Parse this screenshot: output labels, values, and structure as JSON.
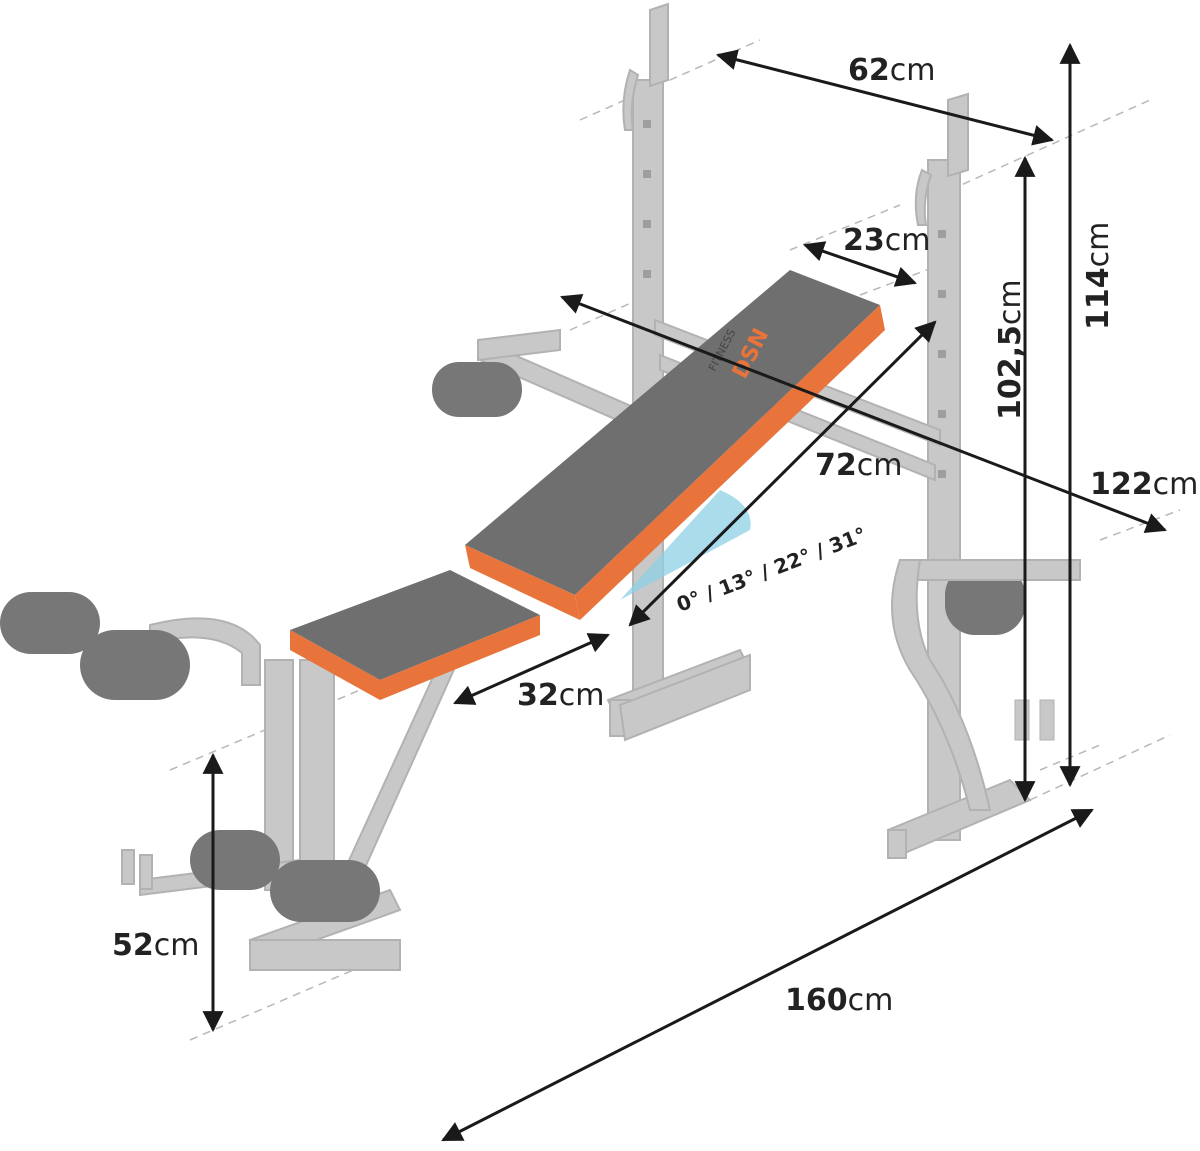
{
  "colors": {
    "frame": "#c8c8c8",
    "frame_dark": "#a9a9a9",
    "padding": "#6f6f6f",
    "trim": "#e8743c",
    "angle_fill": "#8fd0e6",
    "arrow": "#1a1a1a",
    "guide": "#b0b0b0"
  },
  "brand": {
    "logo": "DSN",
    "sub": "FITNESS"
  },
  "dimensions": {
    "d62": {
      "value": "62",
      "unit": "cm"
    },
    "d23": {
      "value": "23",
      "unit": "cm"
    },
    "d114": {
      "value": "114",
      "unit": "cm"
    },
    "d102": {
      "value": "102,5",
      "unit": "cm"
    },
    "d72": {
      "value": "72",
      "unit": "cm"
    },
    "d122": {
      "value": "122",
      "unit": "cm"
    },
    "d32": {
      "value": "32",
      "unit": "cm"
    },
    "d52": {
      "value": "52",
      "unit": "cm"
    },
    "d160": {
      "value": "160",
      "unit": "cm"
    }
  },
  "angles": "0° / 13° / 22° / 31°"
}
